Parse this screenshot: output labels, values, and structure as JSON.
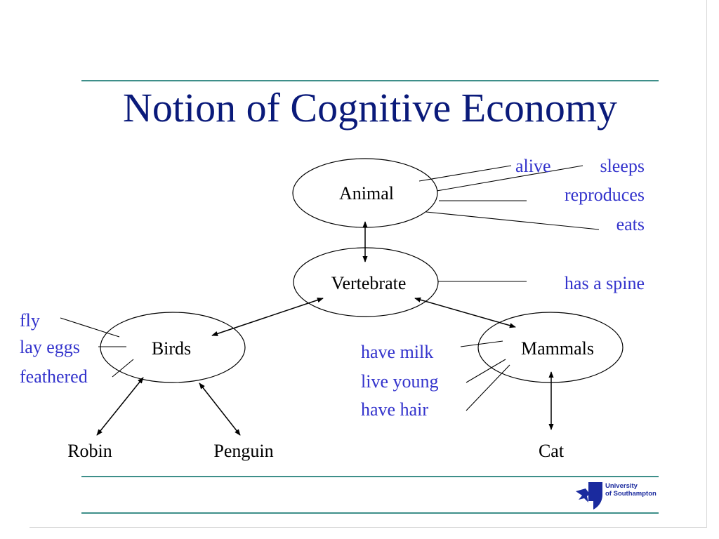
{
  "slide": {
    "title": "Notion of Cognitive Economy"
  },
  "colors": {
    "title": "#0a1a7a",
    "attribute_text": "#3333cc",
    "rule": "#3e8f8a",
    "line": "#000000",
    "logo": "#1a2a9e"
  },
  "nodes": {
    "animal": "Animal",
    "vertebrate": "Vertebrate",
    "birds": "Birds",
    "mammals": "Mammals",
    "robin": "Robin",
    "penguin": "Penguin",
    "cat": "Cat"
  },
  "attributes": {
    "animal": [
      "alive",
      "sleeps",
      "reproduces",
      "eats"
    ],
    "vertebrate": [
      "has a spine"
    ],
    "birds": [
      "fly",
      "lay eggs",
      "feathered"
    ],
    "mammals": [
      "have milk",
      "live young",
      "have hair"
    ]
  },
  "logo": {
    "line1": "University",
    "line2": "of Southampton",
    "icon": "southampton-shield-icon"
  }
}
